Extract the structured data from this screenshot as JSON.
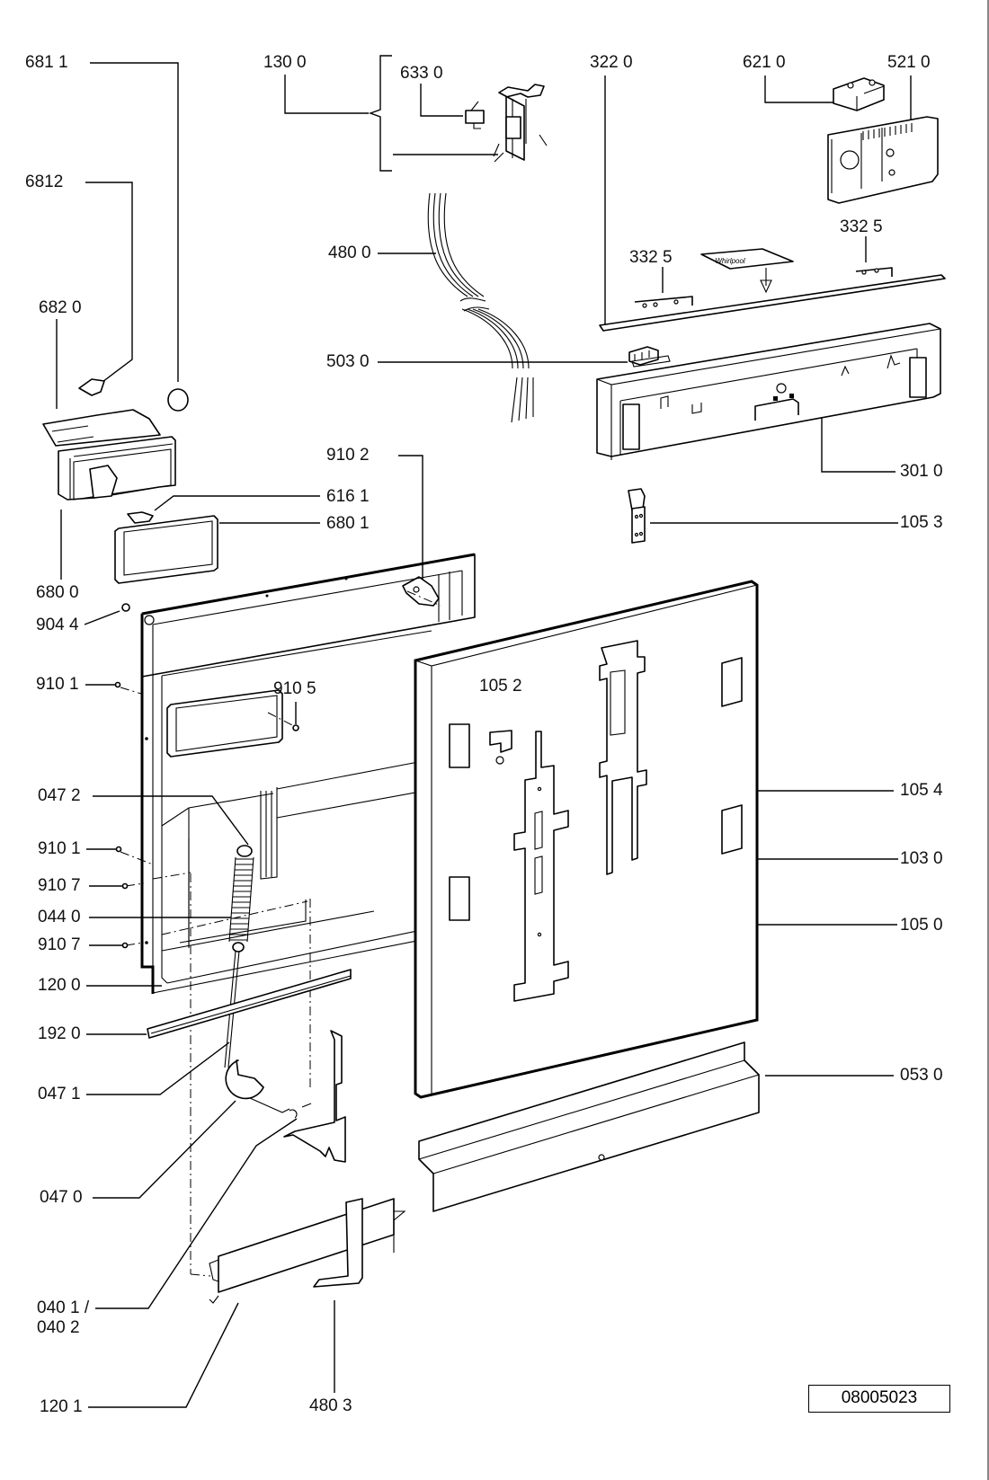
{
  "diagram": {
    "title": "Exploded parts diagram - dishwasher door and control panel",
    "reference_number": "08005023",
    "callouts": [
      {
        "id": "c6811",
        "label": "681 1",
        "part": "round button/cap"
      },
      {
        "id": "c1300",
        "label": "130 0",
        "part": "door lock assembly (group)"
      },
      {
        "id": "c6330",
        "label": "633 0",
        "part": "microswitch"
      },
      {
        "id": "c3220",
        "label": "322  0",
        "part": "control panel trim strip"
      },
      {
        "id": "c6210",
        "label": "621 0",
        "part": "electronic module"
      },
      {
        "id": "c5210",
        "label": "521 0",
        "part": "control board"
      },
      {
        "id": "c6812",
        "label": "6812",
        "part": "dispenser lid catch"
      },
      {
        "id": "c4800",
        "label": "480 0",
        "part": "wiring harness"
      },
      {
        "id": "c3325a",
        "label": "332  5",
        "part": "button holder left"
      },
      {
        "id": "c3325b",
        "label": "332  5",
        "part": "button holder right"
      },
      {
        "id": "c6820",
        "label": "682 0",
        "part": "dispenser cover"
      },
      {
        "id": "c5030",
        "label": "503  0",
        "part": "connector"
      },
      {
        "id": "c9102",
        "label": "910 2",
        "part": "hinge screw"
      },
      {
        "id": "c3010",
        "label": "301 0",
        "part": "control panel housing"
      },
      {
        "id": "c6161",
        "label": "616 1",
        "part": "dispenser latch"
      },
      {
        "id": "c6801",
        "label": "680 1",
        "part": "dispenser gasket"
      },
      {
        "id": "c1053",
        "label": "105 3",
        "part": "mounting bracket"
      },
      {
        "id": "c6800",
        "label": "680 0",
        "part": "detergent dispenser"
      },
      {
        "id": "c9044",
        "label": "904 4",
        "part": "nut"
      },
      {
        "id": "c9101a",
        "label": "910 1",
        "part": "screw"
      },
      {
        "id": "c9105",
        "label": "910 5",
        "part": "screw"
      },
      {
        "id": "c1052",
        "label": "105 2",
        "part": "fixing clip"
      },
      {
        "id": "c0472",
        "label": "047 2",
        "part": "spring hook"
      },
      {
        "id": "c1054",
        "label": "105 4",
        "part": "upper mounting rail"
      },
      {
        "id": "c9101b",
        "label": "910 1",
        "part": "screw"
      },
      {
        "id": "c1030",
        "label": "103 0",
        "part": "outer door panel"
      },
      {
        "id": "c9107a",
        "label": "910 7",
        "part": "screw"
      },
      {
        "id": "c0440",
        "label": "044 0",
        "part": "door spring"
      },
      {
        "id": "c1050",
        "label": "105 0",
        "part": "lower mounting rail"
      },
      {
        "id": "c9107b",
        "label": "910 7",
        "part": "screw"
      },
      {
        "id": "c1200",
        "label": "120 0",
        "part": "inner door"
      },
      {
        "id": "c1920",
        "label": "192 0",
        "part": "door seal strip"
      },
      {
        "id": "c0471",
        "label": "047 1",
        "part": "spring cable"
      },
      {
        "id": "c0530",
        "label": "053 0",
        "part": "kick plate"
      },
      {
        "id": "c0470",
        "label": "047 0",
        "part": "pulley"
      },
      {
        "id": "c0401",
        "label": "040 1 /",
        "part": "door hinge"
      },
      {
        "id": "c0402",
        "label": "040 2",
        "part": "door hinge"
      },
      {
        "id": "c1201",
        "label": "120 1",
        "part": "bottom door trim"
      },
      {
        "id": "c4803",
        "label": "480 3",
        "part": "cable guide bracket"
      }
    ],
    "logo_text": "Whirlpool"
  }
}
